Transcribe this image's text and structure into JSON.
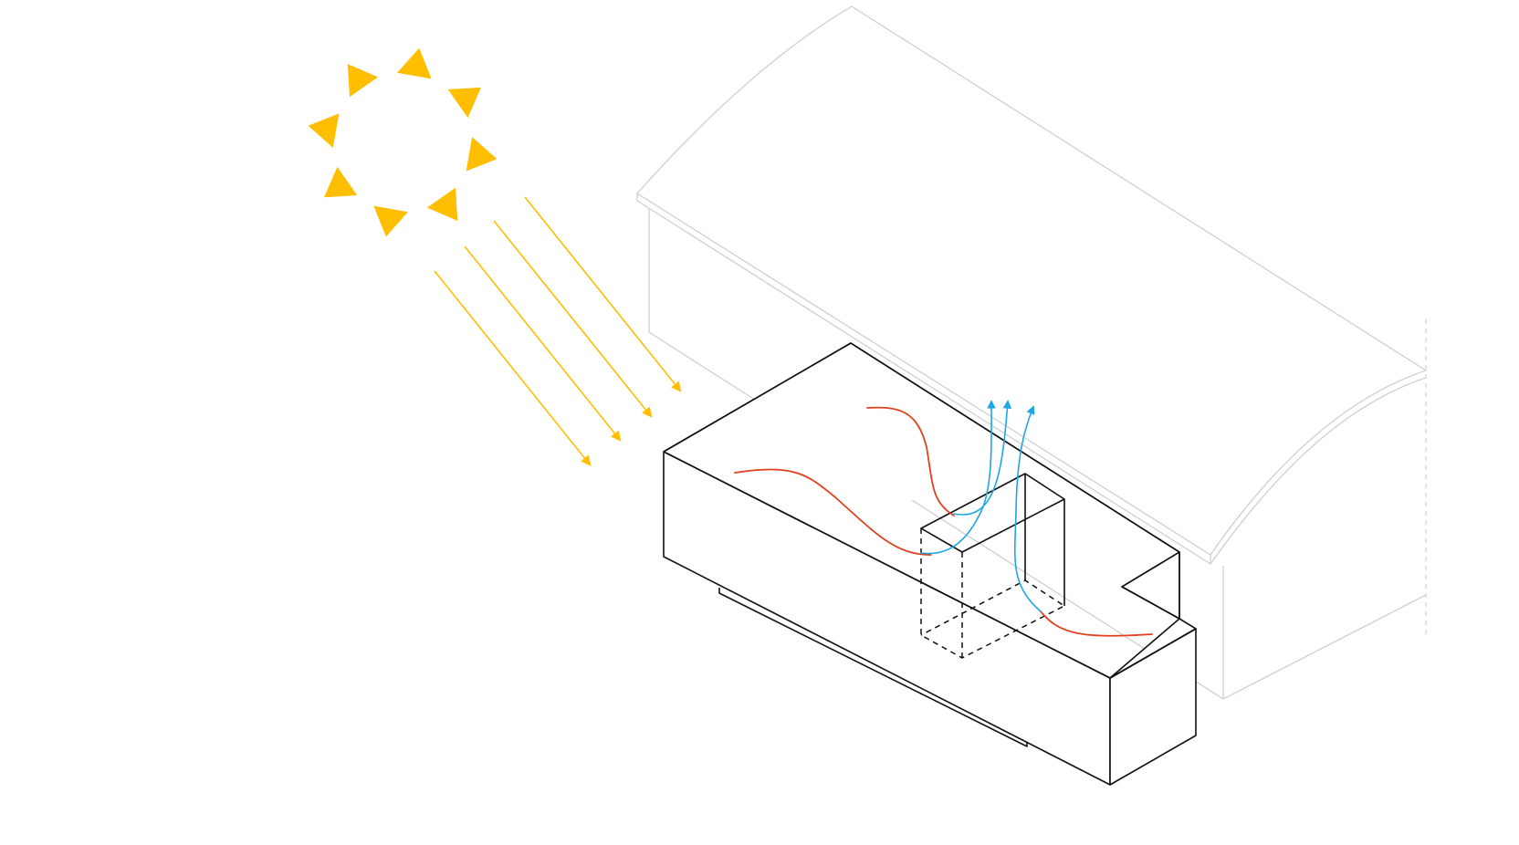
{
  "colors": {
    "sun": "#FFBE00",
    "sun_rays": "#FFBE00",
    "warm_air": "#E0401E",
    "cool_air": "#1EA5E6",
    "outline": "#111111",
    "ghost_outline": "#D0D0D0",
    "background": "#FFFFFF"
  },
  "icons": {
    "sun": "sun-icon",
    "ray_arrow": "arrow-down-right-icon",
    "air_arrow": "arrow-up-icon"
  },
  "sun": {
    "triangle_count": 8
  },
  "sun_rays": {
    "count": 4
  },
  "airflow": {
    "warm_paths": 3,
    "cool_paths": 3
  }
}
